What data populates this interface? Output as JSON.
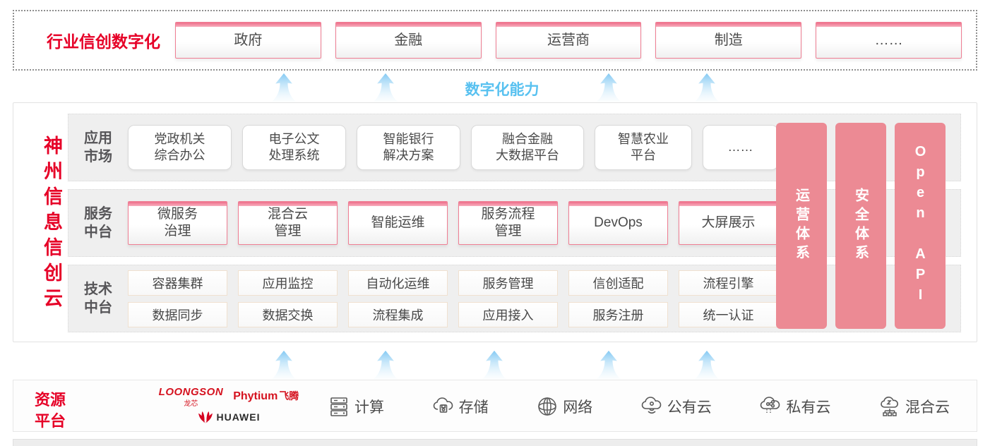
{
  "palette": {
    "brand_red": "#e60027",
    "pink_box_border": "#ef7e93",
    "pillar_pink": "#ec8a94",
    "capability_blue": "#58c1f0",
    "row_gray": "#efefef",
    "box_text": "#4a4a4a"
  },
  "industry_band": {
    "title": "行业信创数字化",
    "items": [
      "政府",
      "金融",
      "运营商",
      "制造",
      "……"
    ]
  },
  "capability_label": "数字化能力",
  "platform": {
    "vertical_title": "神州信息信创云",
    "rows": [
      {
        "label": "应用\n市场",
        "items": [
          "党政机关\n综合办公",
          "电子公文\n处理系统",
          "智能银行\n解决方案",
          "融合金融\n大数据平台",
          "智慧农业\n平台",
          "……"
        ]
      },
      {
        "label": "服务\n中台",
        "items": [
          "微服务\n治理",
          "混合云\n管理",
          "智能运维",
          "服务流程\n管理",
          "DevOps",
          "大屏展示"
        ]
      },
      {
        "label": "技术\n中台",
        "items_top": [
          "容器集群",
          "应用监控",
          "自动化运维",
          "服务管理",
          "信创适配",
          "流程引擎"
        ],
        "items_bottom": [
          "数据同步",
          "数据交换",
          "流程集成",
          "应用接入",
          "服务注册",
          "统一认证"
        ]
      }
    ],
    "pillars": [
      "运营体系",
      "安全体系",
      "Open API"
    ]
  },
  "resource_band": {
    "title": "资源\n平台",
    "logos": {
      "loongson_text": "LOONGSON",
      "loongson_sub": "龙芯",
      "phytium_text": "Phytium",
      "phytium_sub": "飞腾",
      "huawei_text": "HUAWEI"
    },
    "items": [
      {
        "icon": "compute-icon",
        "label": "计算"
      },
      {
        "icon": "storage-icon",
        "label": "存储"
      },
      {
        "icon": "network-icon",
        "label": "网络"
      },
      {
        "icon": "public-cloud-icon",
        "label": "公有云"
      },
      {
        "icon": "private-cloud-icon",
        "label": "私有云"
      },
      {
        "icon": "hybrid-cloud-icon",
        "label": "混合云"
      }
    ]
  }
}
